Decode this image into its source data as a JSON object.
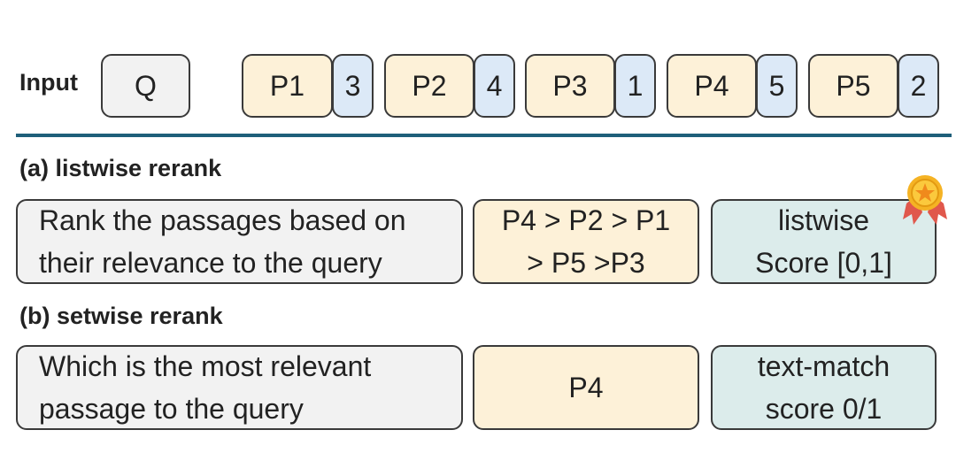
{
  "input": {
    "label": "Input",
    "query": "Q",
    "passages": [
      {
        "name": "P1",
        "score": "3"
      },
      {
        "name": "P2",
        "score": "4"
      },
      {
        "name": "P3",
        "score": "1"
      },
      {
        "name": "P4",
        "score": "5"
      },
      {
        "name": "P5",
        "score": "2"
      }
    ]
  },
  "listwise": {
    "title": "(a) listwise rerank",
    "prompt_line1": "Rank the passages based on",
    "prompt_line2": "their  relevance to the query",
    "output_line1": "P4 > P2 > P1",
    "output_line2": "> P5 >P3",
    "score_line1": "listwise",
    "score_line2": "Score [0,1]"
  },
  "setwise": {
    "title": "(b) setwise rerank",
    "prompt_line1": "Which is  the most relevant",
    "prompt_line2": "passage to the query",
    "output": "P4",
    "score_line1": "text-match",
    "score_line2": "score 0/1"
  },
  "colors": {
    "query_fill": "#f2f2f2",
    "passage_fill": "#fdf1d8",
    "score_fill": "#dce9f7",
    "result_fill": "#dceceb",
    "divider": "#1f5f7a",
    "medal": "#f5b324",
    "ribbon": "#e0584c"
  },
  "icons": [
    "medal-icon"
  ]
}
